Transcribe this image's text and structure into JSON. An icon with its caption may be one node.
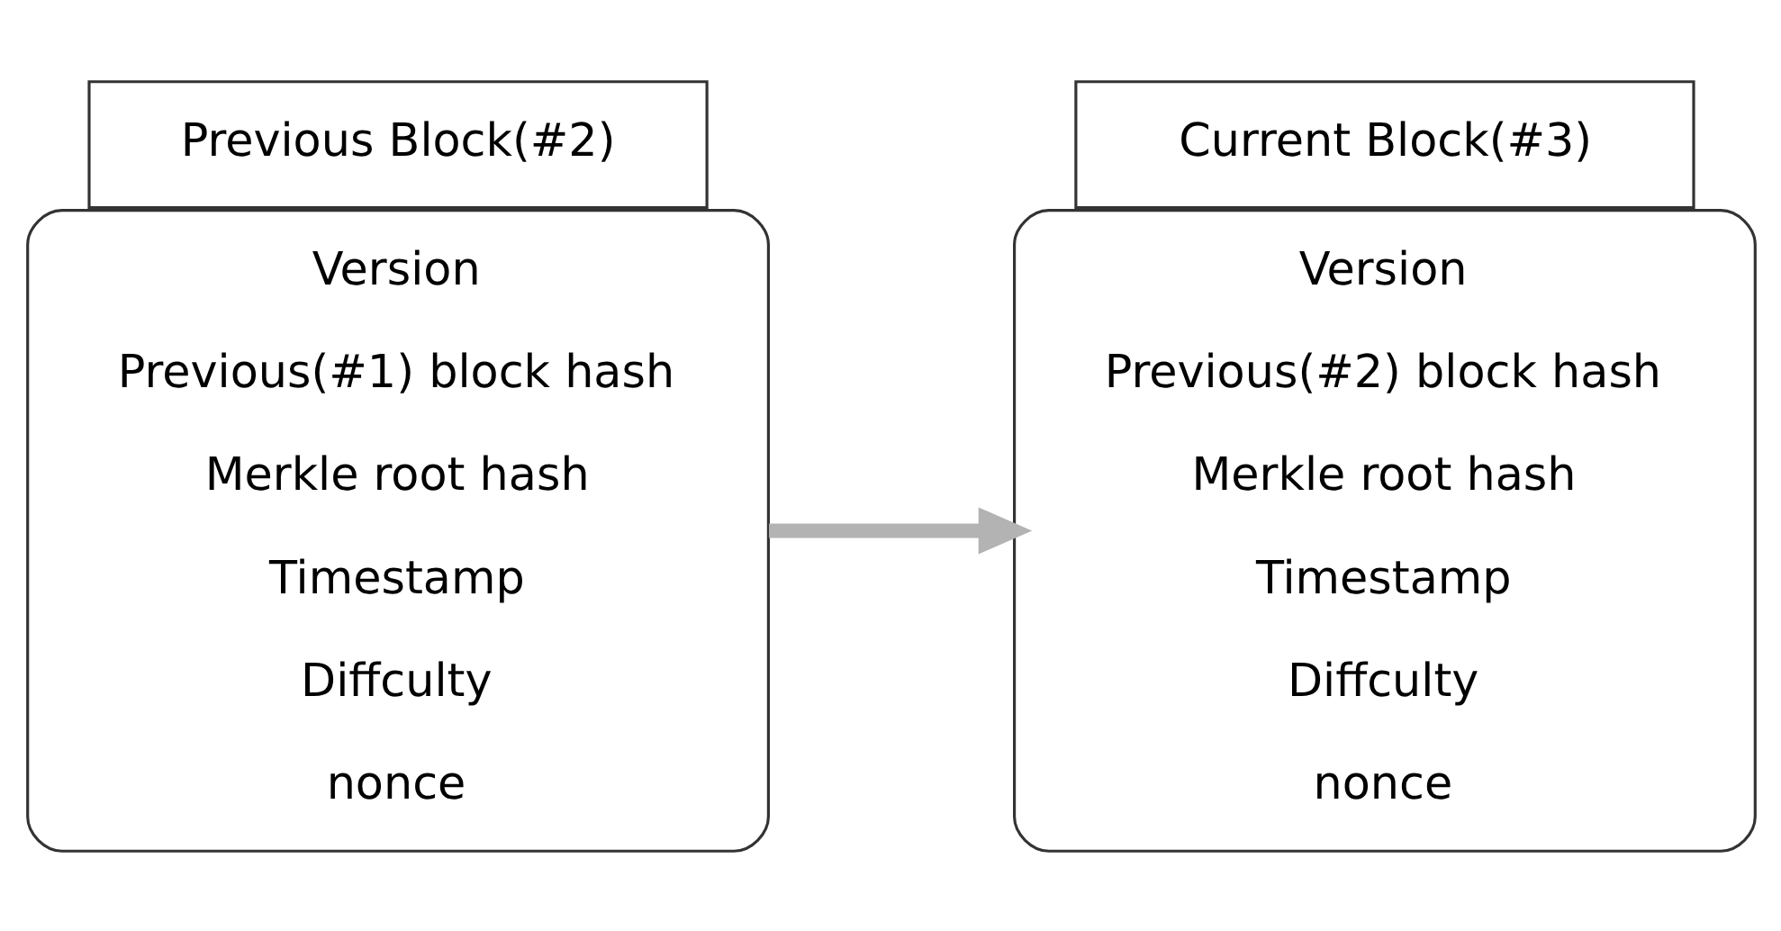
{
  "diagram": {
    "nodes": [
      {
        "text": [
          "Previous Block(#2)"
        ]
      },
      {
        "text": [
          "Version",
          "Previous(#1) block hash",
          "Merkle root hash",
          "Timestamp",
          "Diffculty",
          "nonce"
        ]
      },
      {
        "text": [
          "Current Block(#3)"
        ]
      },
      {
        "text": [
          "Version",
          "Previous(#2) block hash",
          "Merkle root hash",
          "Timestamp",
          "Diffculty",
          "nonce"
        ]
      }
    ],
    "edges": [
      {
        "from": 1,
        "to": 3,
        "arrow": "to",
        "color": "#b3b3b3"
      }
    ]
  }
}
